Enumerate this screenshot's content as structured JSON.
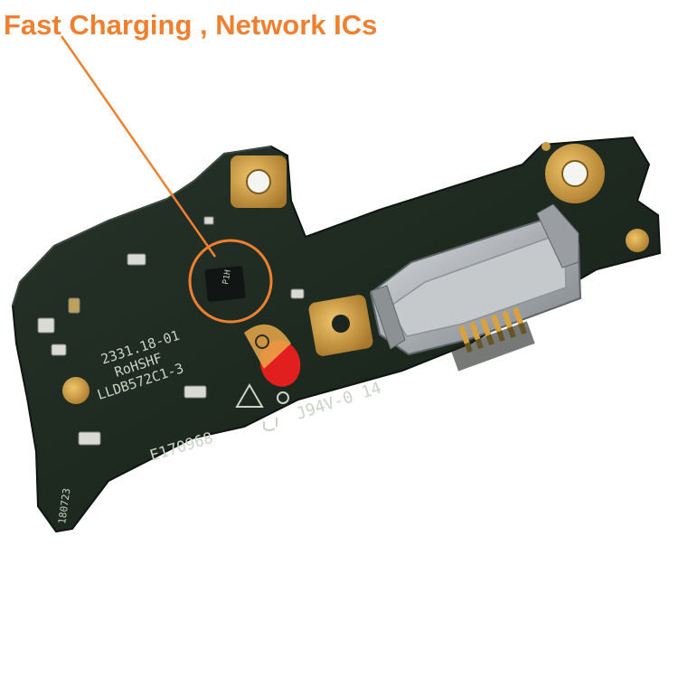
{
  "caption": {
    "text": "Fast Charging , Network ICs",
    "color": "#ee8030"
  },
  "board": {
    "silkscreen": {
      "line1": "2331.18-01",
      "line2": "RoHSHF",
      "line3": "LLDB572C1-3",
      "code": "E170968",
      "rating": "J94V-0 14",
      "edge": "180723",
      "chip_mark": "P1H"
    },
    "colors": {
      "pcb": "#1f2a20",
      "gold": "#c9973e",
      "connector": "#b9bcbf",
      "marker": "#e02020"
    }
  }
}
